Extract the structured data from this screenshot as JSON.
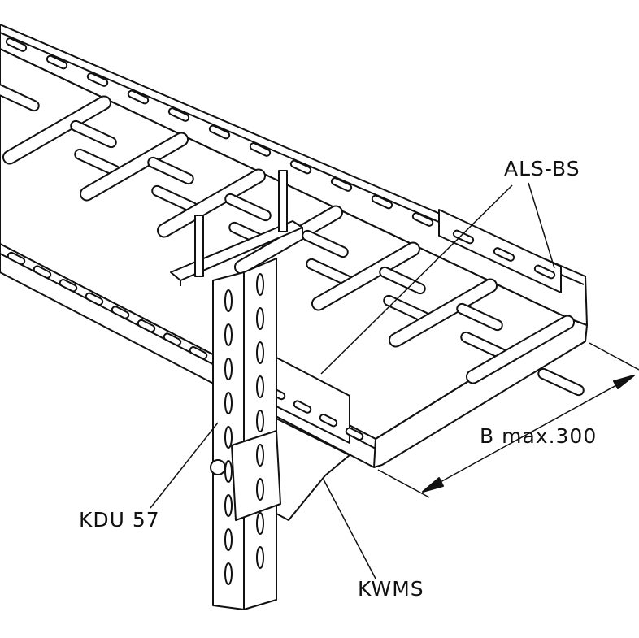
{
  "labels": {
    "als_bs": "ALS-BS",
    "b_max": "B max.300",
    "kdu": "KDU 57",
    "kwms": "KWMS"
  },
  "colors": {
    "line": "#111111",
    "background": "#ffffff"
  }
}
